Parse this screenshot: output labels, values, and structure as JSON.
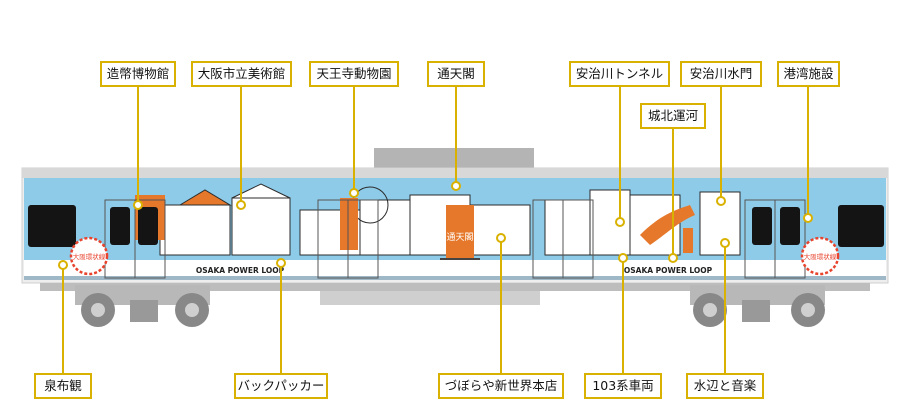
{
  "train": {
    "loop_name_front": "OSAKA POWER LOOP",
    "loop_name_rear": "OSAKA POWER LOOP",
    "logo_text": "大阪環状線",
    "tower_sign": "通天閣"
  },
  "labels": {
    "zouhei": "造幣博物館",
    "bijutsukan": "大阪市立美術館",
    "doubutsuen": "天王寺動物園",
    "tsutenkaku": "通天閣",
    "ajikawa_tunnel": "安治川トンネル",
    "johoku": "城北運河",
    "ajikawa_suimon": "安治川水門",
    "kouwan": "港湾施設",
    "senpukan": "泉布観",
    "backpacker": "バックパッカー",
    "zubora": "づぼらや新世界本店",
    "car103": "103系車両",
    "mizube": "水辺と音楽"
  },
  "colors": {
    "label_border": "#d9b100",
    "leader_line": "#d9b100",
    "sky": "#8ecbe8",
    "orange_accent": "#e6782b",
    "body_gray": "#c8c8c8",
    "window": "#141414"
  }
}
